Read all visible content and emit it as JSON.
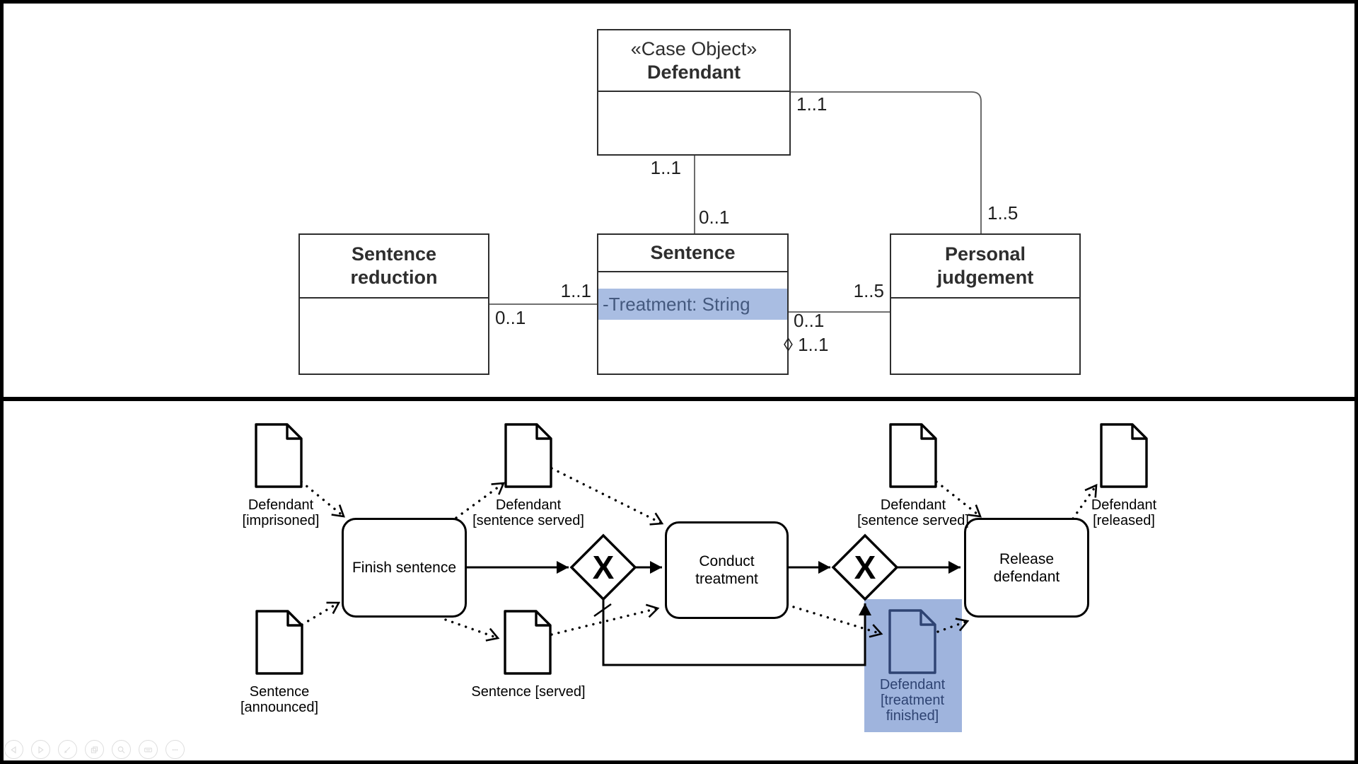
{
  "class_diagram": {
    "classes": {
      "defendant": {
        "stereotype": "«Case Object»",
        "name": "Defendant"
      },
      "sentence_reduction": {
        "name": "Sentence reduction"
      },
      "sentence": {
        "name": "Sentence",
        "attribute": "-Treatment: String",
        "attribute_highlighted": true
      },
      "personal_judgement": {
        "name": "Personal judgement"
      }
    },
    "multiplicities": [
      {
        "id": "defendant-bottom",
        "text": "1..1"
      },
      {
        "id": "sentence-top",
        "text": "0..1"
      },
      {
        "id": "defendant-right",
        "text": "1..1"
      },
      {
        "id": "personal-judgement-top",
        "text": "1..5"
      },
      {
        "id": "sentence-left",
        "text": "1..1"
      },
      {
        "id": "sentence-reduction-right",
        "text": "0..1"
      },
      {
        "id": "personal-judgement-left",
        "text": "1..5"
      },
      {
        "id": "sentence-right",
        "text": "0..1"
      },
      {
        "id": "sentence-right-aggregation",
        "text": "◊ 1..1"
      }
    ]
  },
  "process_diagram": {
    "tasks": [
      {
        "label": "Finish sentence"
      },
      {
        "label": "Conduct treatment"
      },
      {
        "label": "Release defendant"
      }
    ],
    "gateways": [
      {
        "label": "X",
        "type": "xor"
      },
      {
        "label": "X",
        "type": "xor"
      }
    ],
    "data_objects": [
      {
        "lines": [
          "Defendant",
          "[imprisoned]"
        ]
      },
      {
        "lines": [
          "Defendant",
          "[sentence served]"
        ]
      },
      {
        "lines": [
          "Defendant",
          "[sentence served]"
        ]
      },
      {
        "lines": [
          "Defendant",
          "[released]"
        ]
      },
      {
        "lines": [
          "Sentence",
          "[announced]"
        ]
      },
      {
        "lines": [
          "Sentence [served]"
        ]
      },
      {
        "lines": [
          "Defendant",
          "[treatment",
          "finished]"
        ],
        "highlighted": true
      }
    ]
  },
  "colors": {
    "attribute_highlight_bg": "#a9bde2",
    "attribute_text": "#44597e",
    "selection_bg": "#9fb4dd",
    "selection_accent": "#2e4372",
    "diagram_stroke": "#000000",
    "class_stroke": "#2e2e2e"
  },
  "toolbar": {
    "icons": [
      "previous-slide",
      "next-slide",
      "pen",
      "copy-slide",
      "zoom",
      "keyboard",
      "more-options"
    ]
  }
}
